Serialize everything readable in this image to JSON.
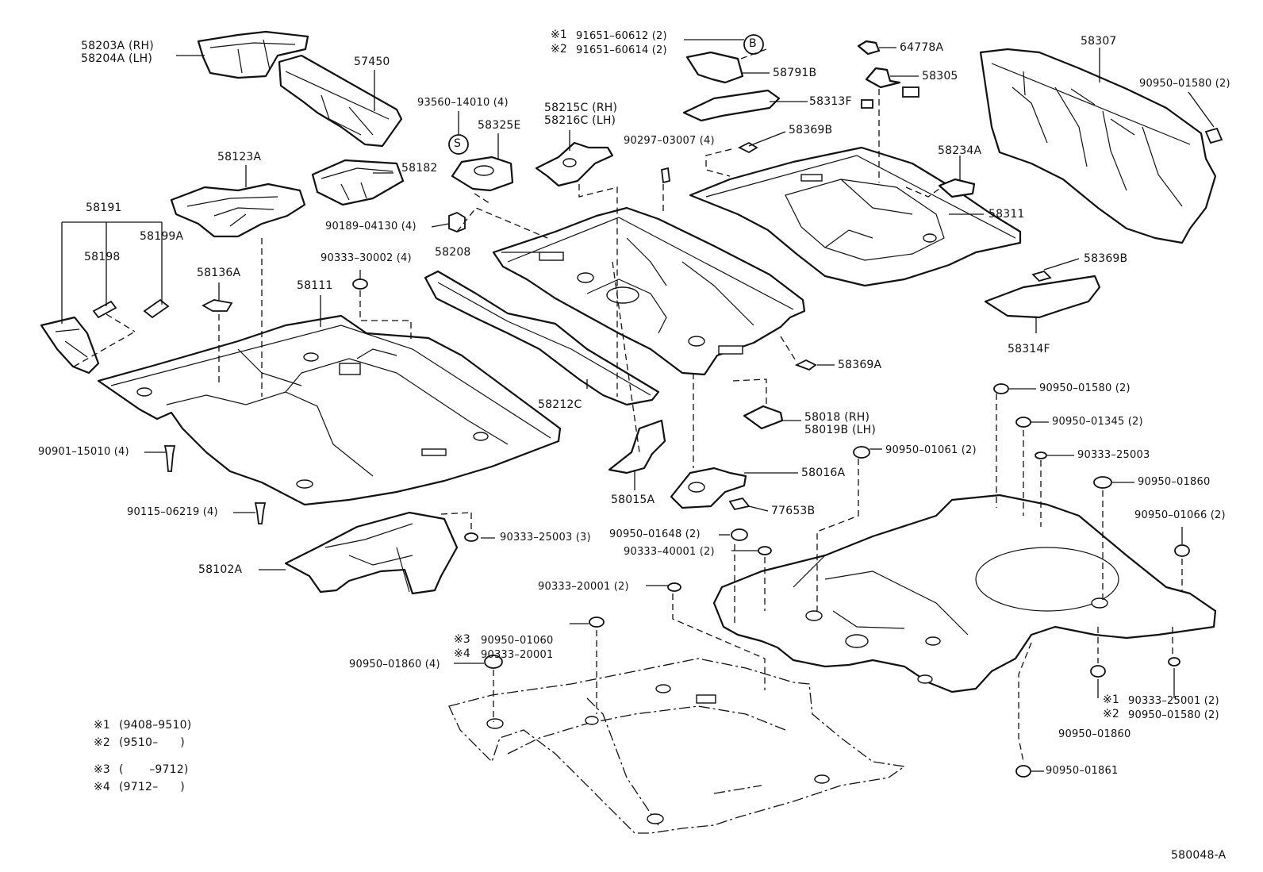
{
  "diagram_code": "580048-A",
  "part_labels": {
    "p58203A": "58203A (RH)",
    "p58204A": "58204A (LH)",
    "p57450": "57450",
    "p58123A": "58123A",
    "p58182": "58182",
    "p58191": "58191",
    "p58198": "58198",
    "p58199A": "58199A",
    "p58136A": "58136A",
    "p58111": "58111",
    "p90333_30002": "90333–30002 (4)",
    "p90189_04130": "90189–04130 (4)",
    "p93560_14010": "93560–14010 (4)",
    "p58325E": "58325E",
    "p58215C": "58215C (RH)",
    "p58216C": "58216C (LH)",
    "p58208": "58208",
    "p58212C": "58212C",
    "p90901_15010": "90901–15010 (4)",
    "p90115_06219": "90115–06219 (4)",
    "p58102A": "58102A",
    "p90333_25003_3": "90333–25003 (3)",
    "p91651_60612": "91651–60612 (2)",
    "p91651_60614": "91651–60614 (2)",
    "p58791B": "58791B",
    "p58313F": "58313F",
    "p58369B_top": "58369B",
    "p90297_03007": "90297–03007 (4)",
    "p64778A": "64778A",
    "p58305": "58305",
    "p58307": "58307",
    "p90950_01580_2a": "90950–01580 (2)",
    "p58234A": "58234A",
    "p58311": "58311",
    "p58369B_right": "58369B",
    "p58314F": "58314F",
    "p58369A": "58369A",
    "p58018": "58018 (RH)",
    "p58019B": "58019B (LH)",
    "p58015A": "58015A",
    "p58016A": "58016A",
    "p77653B": "77653B",
    "p90950_01648": "90950–01648 (2)",
    "p90333_40001": "90333–40001 (2)",
    "p90333_20001_2": "90333–20001 (2)",
    "p90950_01061": "90950–01061 (2)",
    "p90950_01580_2b": "90950–01580 (2)",
    "p90950_01345": "90950–01345 (2)",
    "p90333_25003": "90333–25003",
    "p90950_01860_a": "90950–01860",
    "p90950_01066": "90950–01066 (2)",
    "p90950_01060": "90950–01060",
    "p90333_20001": "90333–20001",
    "p90950_01860_4": "90950–01860 (4)",
    "p90333_25001": "90333–25001 (2)",
    "p90950_01580_2c": "90950–01580 (2)",
    "p90950_01860_b": "90950–01860",
    "p90950_01861": "90950–01861"
  },
  "callouts": {
    "S": "S",
    "B": "B",
    "n1": "※1",
    "n2": "※2",
    "n3": "※3",
    "n4": "※4"
  },
  "legend": [
    {
      "mark": "※1",
      "range": "(9408–9510)"
    },
    {
      "mark": "※2",
      "range": "(9510–      )"
    },
    {
      "mark": "※3",
      "range": "(       –9712)"
    },
    {
      "mark": "※4",
      "range": "(9712–      )"
    }
  ]
}
